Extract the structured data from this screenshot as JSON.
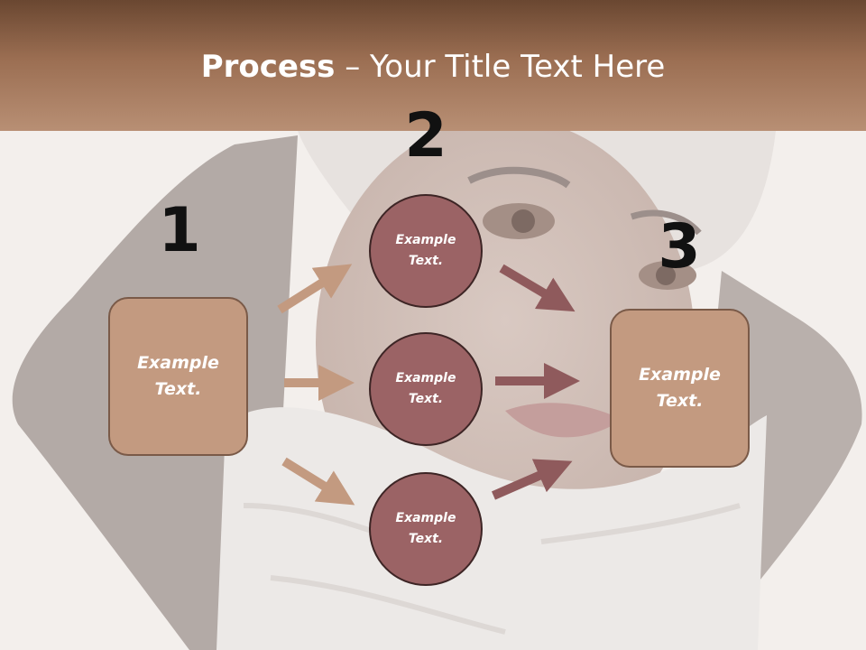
{
  "title": {
    "bold": "Process",
    "rest": " – Your Title Text Here"
  },
  "steps": [
    {
      "number": "1",
      "text": "Example\nText."
    },
    {
      "number": "2",
      "text": ""
    },
    {
      "number": "3",
      "text": "Example\nText."
    }
  ],
  "circles": [
    {
      "text": "Example\nText."
    },
    {
      "text": "Example\nText."
    },
    {
      "text": "Example\nText."
    }
  ],
  "colors": {
    "header_dark": "#6a4731",
    "header_light": "#b88f74",
    "box_fill": "#c39a80",
    "circle_fill": "#9b6365",
    "arrow_light": "#c39a80",
    "arrow_dark": "#8f5a5c"
  }
}
